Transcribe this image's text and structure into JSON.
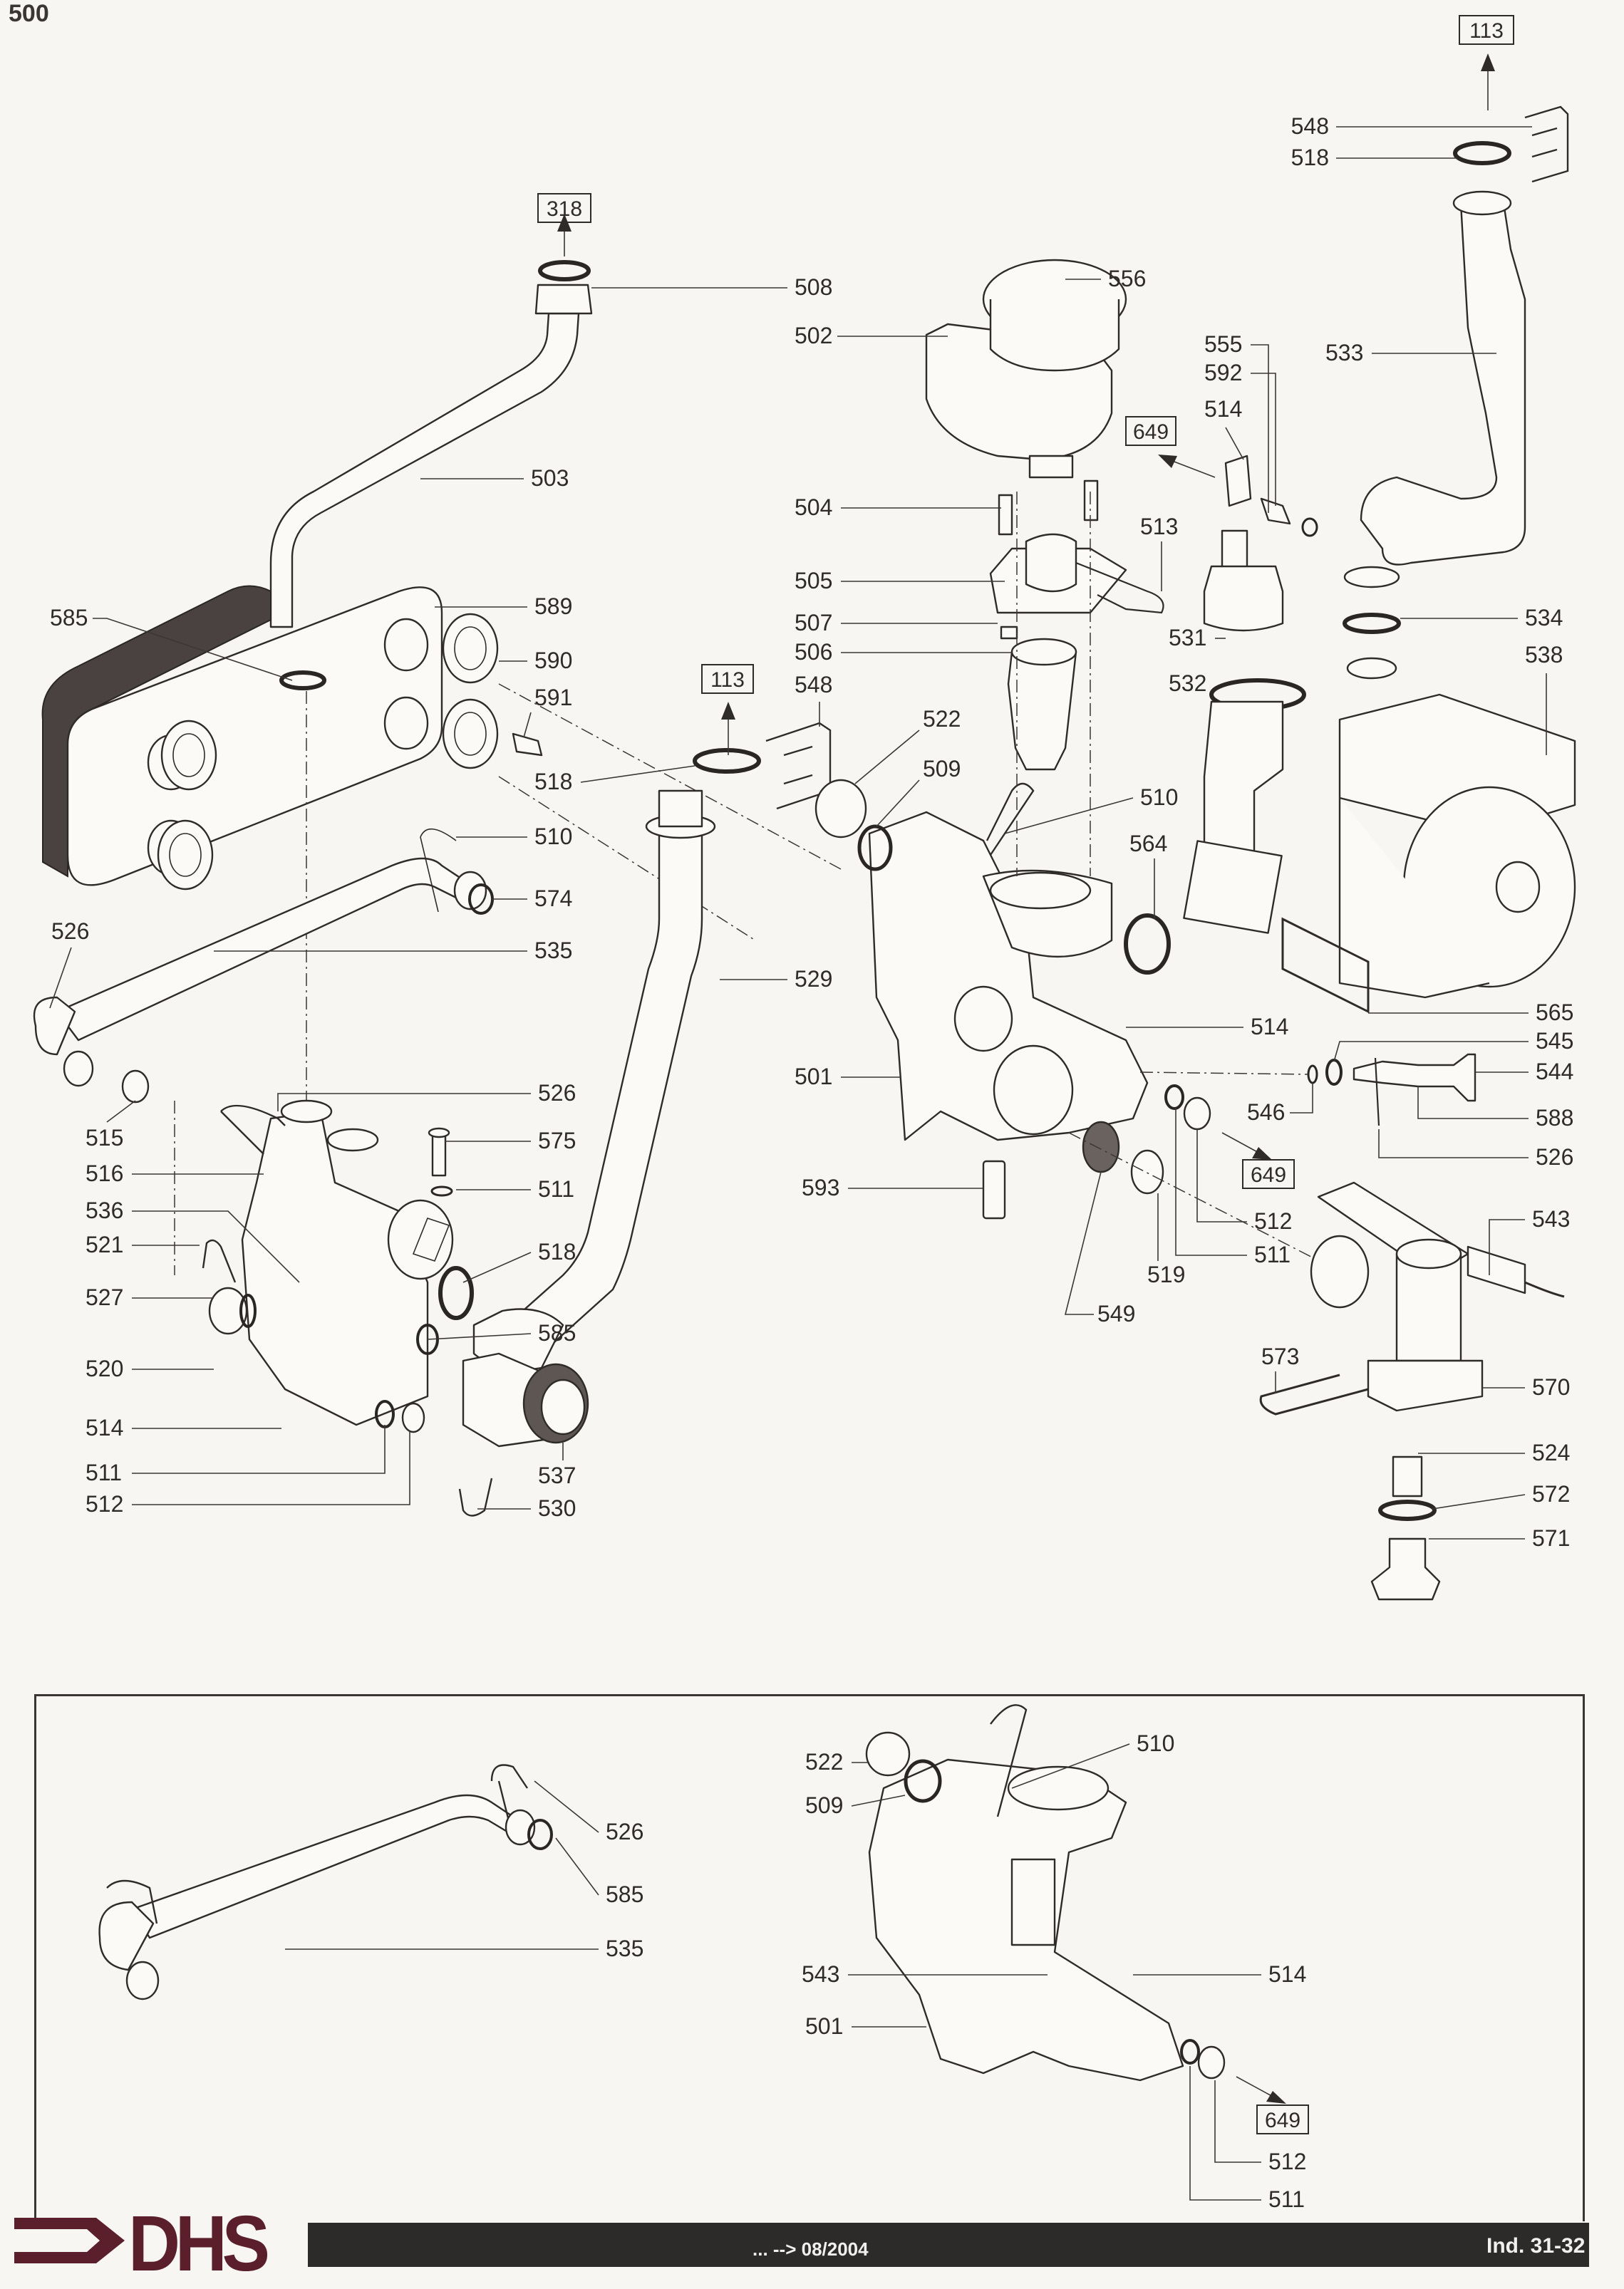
{
  "page": {
    "number": "500"
  },
  "footer": {
    "date_range": "... --> 08/2004",
    "index": "Ind. 31-32",
    "brand": "DHS",
    "brand_color": "#5a1f2a"
  },
  "references": {
    "r318": "318",
    "r113_top": "113",
    "r113_mid": "113",
    "r649_a": "649",
    "r649_b": "649",
    "r649_inset": "649"
  },
  "labels": {
    "main": {
      "l548a": "548",
      "l518a": "518",
      "l556": "556",
      "l508": "508",
      "l502": "502",
      "l555": "555",
      "l533": "533",
      "l592": "592",
      "l514a": "514",
      "l503": "503",
      "l504": "504",
      "l513": "513",
      "l505": "505",
      "l534": "534",
      "l585a": "585",
      "l589": "589",
      "l507": "507",
      "l531": "531",
      "l590": "590",
      "l506": "506",
      "l532": "532",
      "l538": "538",
      "l113": "113",
      "l591": "591",
      "l548b": "548",
      "l522": "522",
      "l518b": "518",
      "l509": "509",
      "l510a": "510",
      "l510b": "510",
      "l574": "574",
      "l564": "564",
      "l526a": "526",
      "l535": "535",
      "l529": "529",
      "l565": "565",
      "l514b": "514",
      "l545": "545",
      "l501": "501",
      "l544": "544",
      "l526b": "526",
      "l546": "546",
      "l588": "588",
      "l515": "515",
      "l575": "575",
      "l526c": "526",
      "l516": "516",
      "l511a": "511",
      "l593": "593",
      "l512a": "512",
      "l536": "536",
      "l543": "543",
      "l521": "521",
      "l518c": "518",
      "l519": "519",
      "l511b": "511",
      "l527": "527",
      "l585b": "585",
      "l549": "549",
      "l520": "520",
      "l573": "573",
      "l570": "570",
      "l514c": "514",
      "l537": "537",
      "l524": "524",
      "l511c": "511",
      "l572": "572",
      "l512b": "512",
      "l530": "530",
      "l571": "571"
    },
    "inset": {
      "l526": "526",
      "l585": "585",
      "l535": "535",
      "l522": "522",
      "l510": "510",
      "l509": "509",
      "l543": "543",
      "l514": "514",
      "l501": "501",
      "l512": "512",
      "l511": "511"
    }
  }
}
